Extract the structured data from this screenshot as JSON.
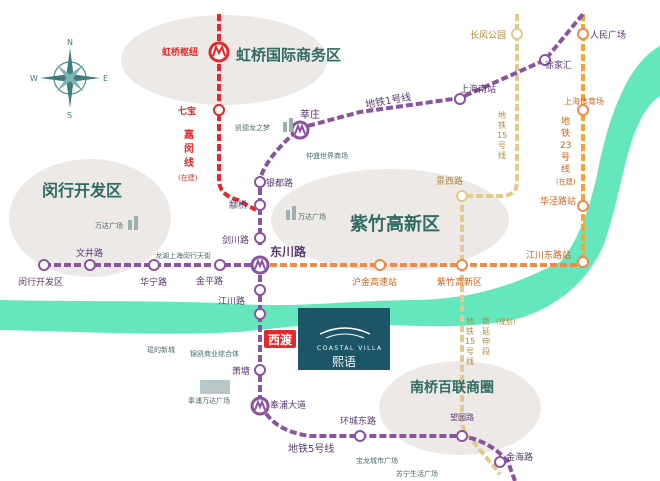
{
  "colors": {
    "line1": "#8a54a0",
    "line5": "#8a54a0",
    "line2": "#f08a4b",
    "line15": "#e3c98a",
    "line23": "#f4a23a",
    "hongmin": "#e2292b",
    "river": "#5ce6b8",
    "zone_fill": "#ece9e7",
    "project_tag": "#e2292b",
    "project_box": "#1c5566"
  },
  "compass": {
    "n": "N",
    "s": "S",
    "e": "E",
    "w": "W"
  },
  "zones": {
    "hongqiao": "虹桥国际商务区",
    "minhang": "闵行开发区",
    "zizhu": "紫竹高新区",
    "nanqiao": "南桥百联商圈"
  },
  "lines": {
    "hongmin_1": "嘉",
    "hongmin_2": "闵",
    "hongmin_3": "线",
    "hongmin_note": "(在建)",
    "line1": "地铁1号线",
    "line5": "地铁5号线",
    "line15_top": [
      "地",
      "铁",
      "15",
      "号",
      "线"
    ],
    "line23": [
      "地",
      "铁",
      "23",
      "号",
      "线"
    ],
    "line23_note": "(在建)",
    "line15_south": [
      "南",
      "延",
      "伸",
      "段"
    ],
    "line15_south_note": "(规划)",
    "line15_mid": [
      "地",
      "铁",
      "15",
      "号",
      "线"
    ]
  },
  "stations": {
    "hongqiao_hub": "虹桥枢纽",
    "qibao": "七宝",
    "xinzhuang": "莘庄",
    "yindu": "银都路",
    "zhuanqiao": "颛桥",
    "jianchuan": "剑川路",
    "dongchuan": "东川路",
    "jinping": "金平路",
    "jiangchuan": "江川路",
    "xidu": "西渡",
    "xiaotang": "萧塘",
    "fengpu": "奉浦大道",
    "huancheng": "环城东路",
    "jinhai": "金海路",
    "wangyuan": "望园路",
    "wenjing": "文井路",
    "minhang_dev": "闵行开发区",
    "huaning": "华宁路",
    "huning_expressway": "沪金高速站",
    "zizhu_station": "紫竹高新区",
    "jiangchuan_east": "江川东路站",
    "huajing": "华泾路站",
    "jingxi": "景西路",
    "changfeng": "长风公园",
    "shanghai_south": "上海南站",
    "xujiahui": "徐家汇",
    "peoples_square": "人民广场",
    "shanghai_stadium": "上海体育场"
  },
  "pois": {
    "kaide": "凯德龙之梦",
    "zhongsheng": "仲盛世界商场",
    "wanda_zizhu": "万达广场",
    "wanda_minhang": "万达广场",
    "longhu": "龙湖上海闵行天街",
    "paradise": "琨的新城",
    "shopping": "锦凯商业综合体",
    "fengpu_wanda": "奉浦万达广场",
    "baolong": "宝龙城市广场",
    "suning": "苏宁生活广场"
  },
  "project": {
    "en": "COASTAL VILLA",
    "zh": "熙语",
    "tag": "西渡"
  }
}
